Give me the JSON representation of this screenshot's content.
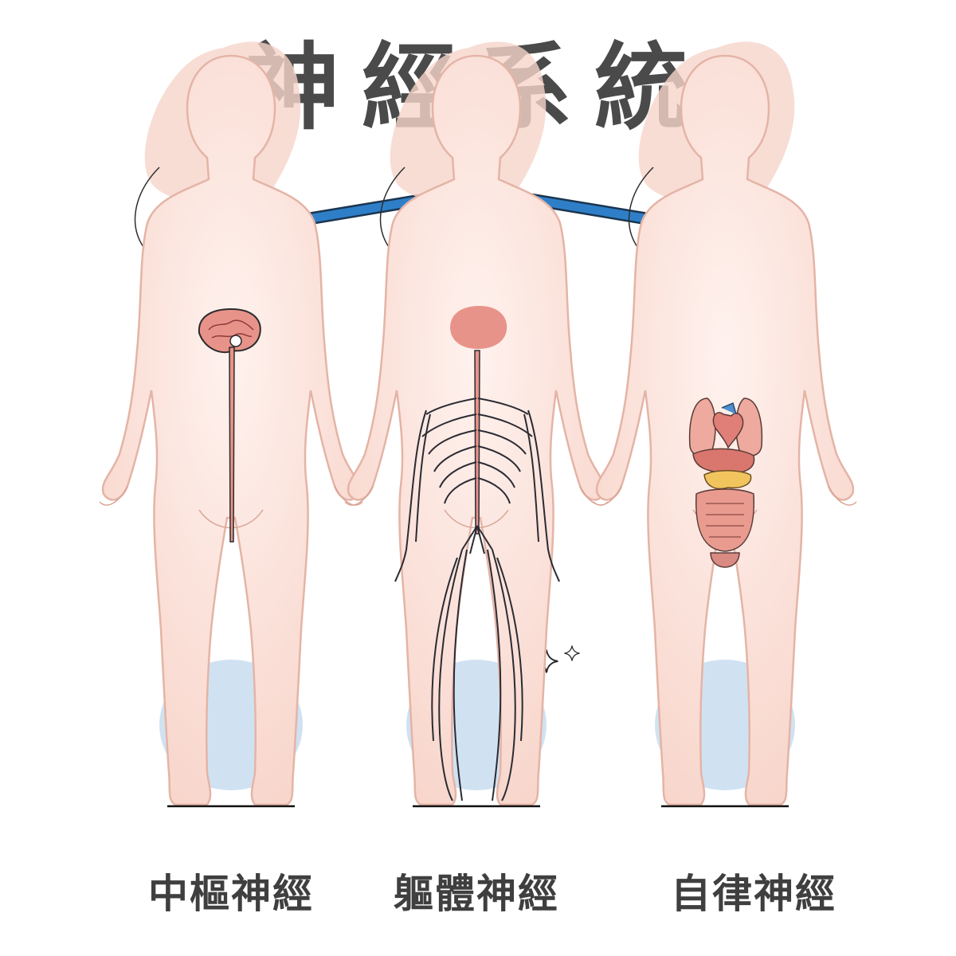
{
  "title": "神經系統",
  "branches": [
    {
      "label": "中樞神經",
      "icon": "spinal-cord-brain"
    },
    {
      "label": "軀體神經",
      "icon": "peripheral-nerve-network"
    },
    {
      "label": "自律神經",
      "icon": "internal-organs"
    }
  ],
  "colors": {
    "title": "#4a4a4a",
    "arrow": "#2f7fc8",
    "arrow_outline": "#1a3550",
    "skin": "#f9dcd3",
    "skin_outline": "#e8bdb0",
    "shadow_circle": "#c8ddf0",
    "brain": "#e58f86",
    "nerve": "#2b2b33",
    "label": "#3f3f3f"
  }
}
